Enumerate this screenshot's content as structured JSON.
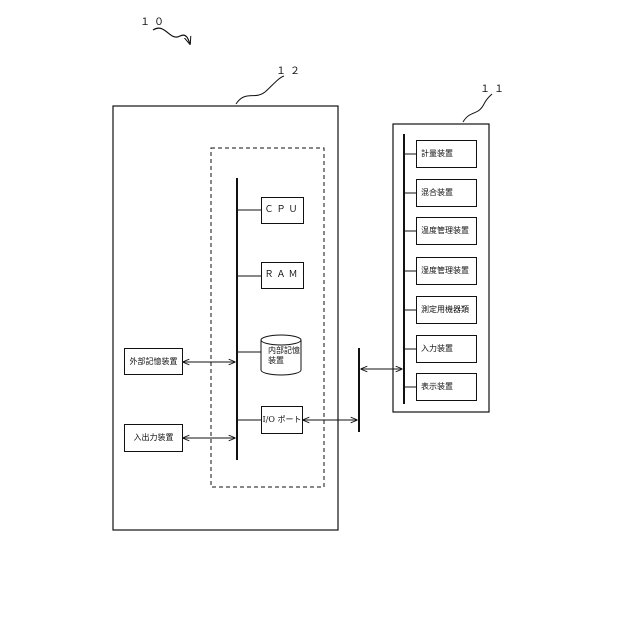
{
  "refs": {
    "system": "１０",
    "computer": "１２",
    "apparatus": "１１"
  },
  "computer": {
    "cpu": "ＣＰＵ",
    "ram": "ＲＡＭ",
    "internal_storage": [
      "内部記憶",
      "装置"
    ],
    "io_port": "I/O ポート"
  },
  "peripherals": {
    "external_storage": "外部記憶装置",
    "io_device": "入出力装置"
  },
  "apparatus_units": [
    "計量装置",
    "混合装置",
    "温度管理装置",
    "湿度管理装置",
    "測定用機器類",
    "入力装置",
    "表示装置"
  ]
}
